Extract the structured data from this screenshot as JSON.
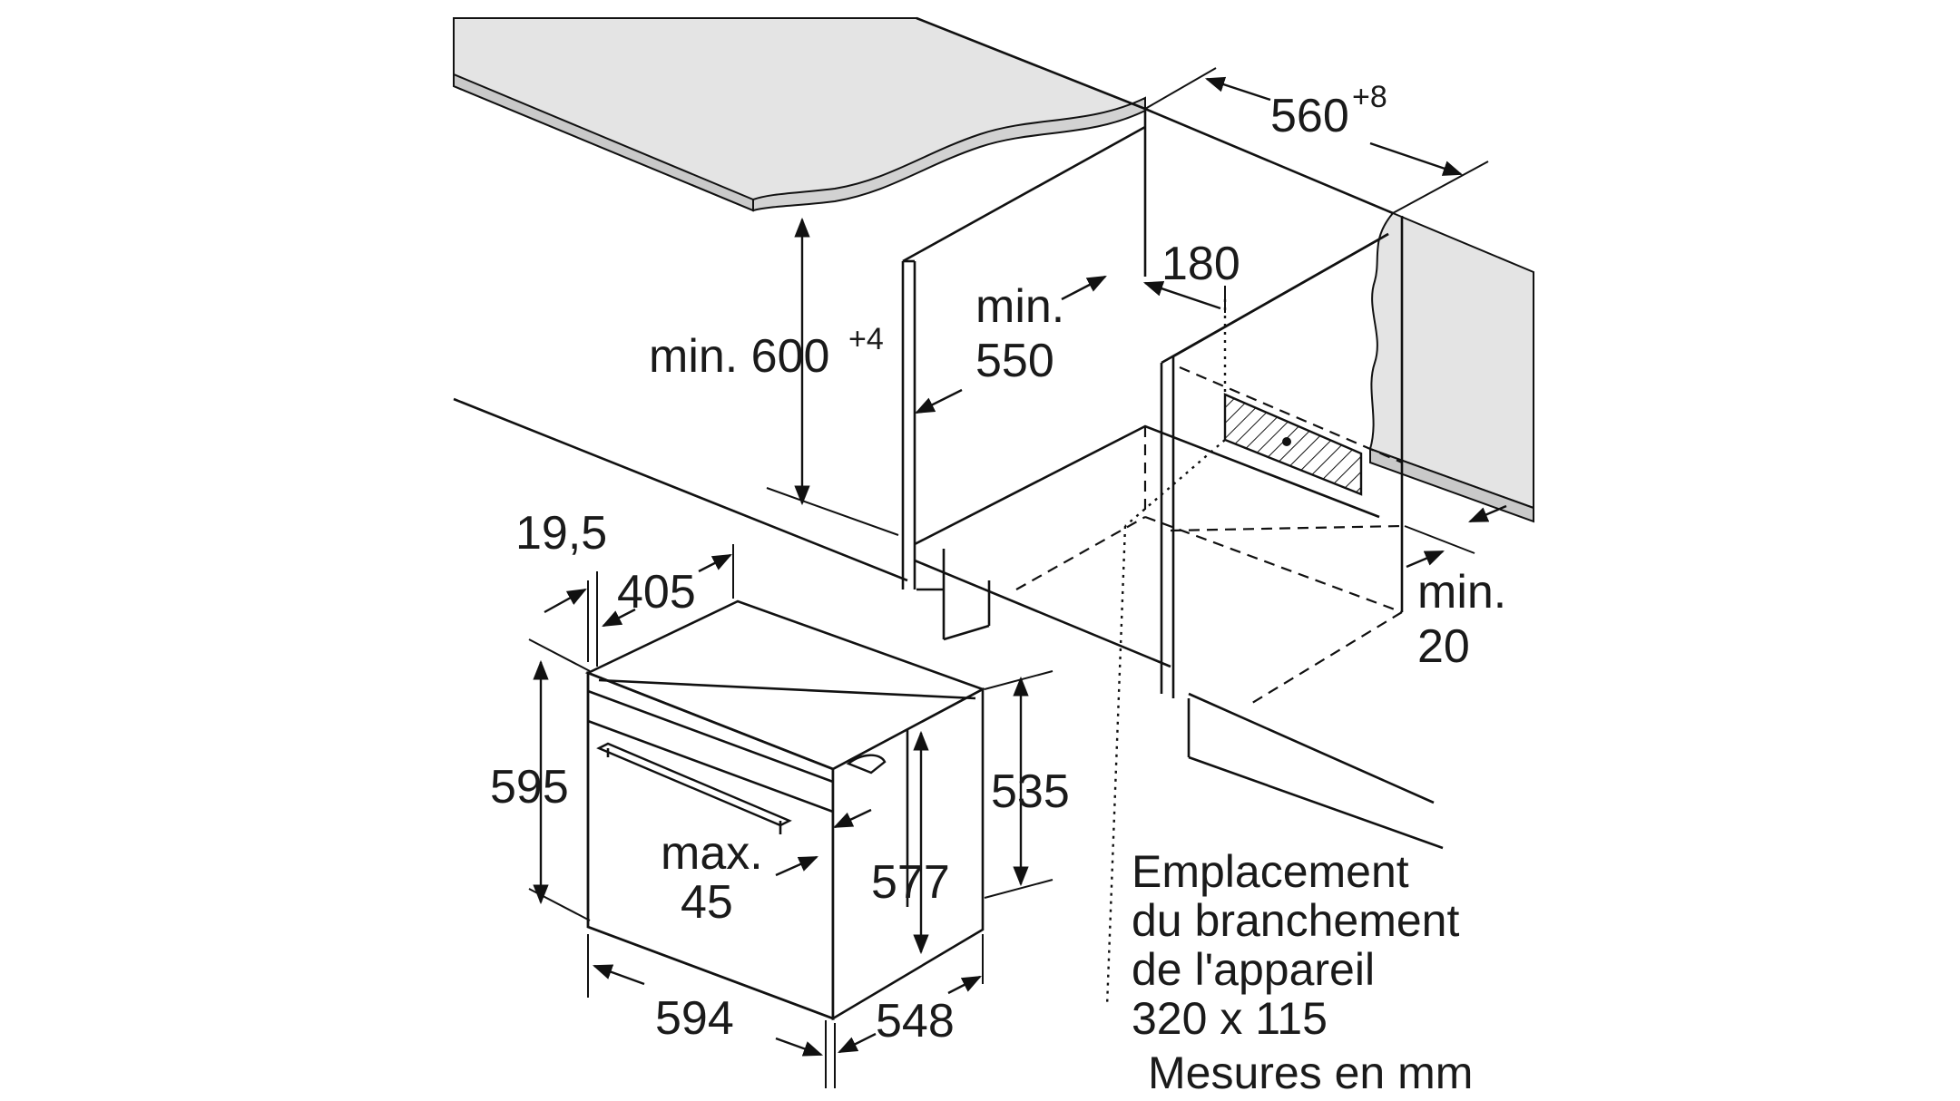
{
  "labels": {
    "top_width": "560",
    "top_width_sup": "+8",
    "niche_height": "min. 600",
    "niche_height_sup": "+4",
    "depth_min_line1": "min.",
    "depth_min_line2": "550",
    "socket_offset": "180",
    "gap_min_line1": "min.",
    "gap_min_line2": "20",
    "front_thickness": "19,5",
    "top_depth": "405",
    "oven_height": "595",
    "inner_height": "577",
    "side_height": "535",
    "handle_line1": "max.",
    "handle_line2": "45",
    "oven_width": "594",
    "oven_depth": "548"
  },
  "note": {
    "line1": "Emplacement",
    "line2": "du branchement",
    "line3": "de l'appareil",
    "line4": "320 x 115"
  },
  "units": "Mesures en mm",
  "colors": {
    "counter": "#e4e4e4",
    "counter_edge": "#c9c9c9",
    "line": "#111111",
    "background": "#ffffff"
  }
}
